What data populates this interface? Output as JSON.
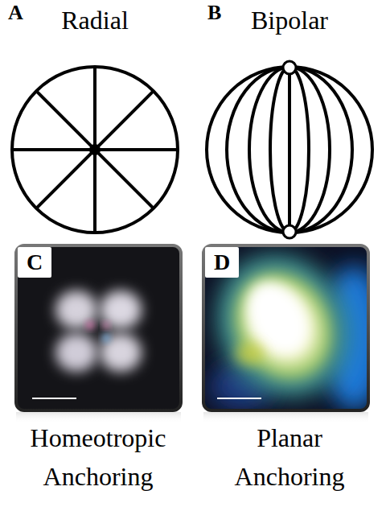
{
  "diagram": {
    "labels": [
      "A",
      "Radial",
      "B",
      "Bipolar",
      "C",
      "D",
      "Homeotropic Anchoring",
      "Planar Anchoring"
    ]
  }
}
